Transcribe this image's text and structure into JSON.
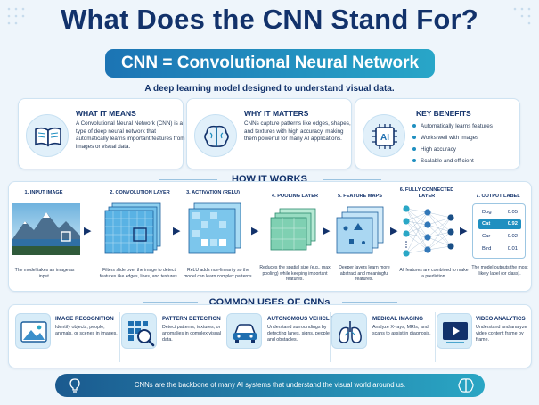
{
  "title": "What Does the CNN Stand For?",
  "subtitle": "CNN = Convolutional Neural Network",
  "tagline": "A deep learning model designed to understand visual data.",
  "cards": {
    "what": {
      "heading": "WHAT IT MEANS",
      "text": "A Convolutional Neural Network (CNN) is a type of deep neural network that automatically learns important features from images or visual data.",
      "icon": "book-icon"
    },
    "why": {
      "heading": "WHY IT MATTERS",
      "text": "CNNs capture patterns like edges, shapes, and textures with high accuracy, making them powerful for many AI applications.",
      "icon": "brain-icon"
    },
    "benefits": {
      "heading": "KEY BENEFITS",
      "icon": "ai-chip-icon",
      "icon_text": "AI",
      "items": [
        "Automatically learns features",
        "Works well with images",
        "High accuracy",
        "Scalable and efficient"
      ]
    }
  },
  "how": {
    "heading": "HOW IT WORKS",
    "steps": [
      {
        "label": "1. INPUT IMAGE",
        "desc": "The model takes an image as input."
      },
      {
        "label": "2. CONVOLUTION LAYER",
        "desc": "Filters slide over the image to detect features like edges, lines, and textures."
      },
      {
        "label": "3. ACTIVATION (RELU)",
        "desc": "ReLU adds non-linearity so the model can learn complex patterns."
      },
      {
        "label": "4. POOLING LAYER",
        "desc": "Reduces the spatial size (e.g., max pooling) while keeping important features."
      },
      {
        "label": "5. FEATURE MAPS",
        "desc": "Deeper layers learn more abstract and meaningful features."
      },
      {
        "label": "6. FULLY CONNECTED LAYER",
        "desc": "All features are combined to make a prediction."
      },
      {
        "label": "7. OUTPUT LABEL",
        "desc": "The model outputs the most likely label (or class)."
      }
    ],
    "outputs": [
      {
        "label": "Dog",
        "value": "0.05"
      },
      {
        "label": "Cat",
        "value": "0.92"
      },
      {
        "label": "Car",
        "value": "0.02"
      },
      {
        "label": "Bird",
        "value": "0.01"
      }
    ],
    "selected_output": 1
  },
  "uses": {
    "heading": "COMMON USES OF CNNs",
    "items": [
      {
        "heading": "IMAGE RECOGNITION",
        "text": "Identify objects, people, animals, or scenes in images.",
        "icon": "image-icon"
      },
      {
        "heading": "PATTERN DETECTION",
        "text": "Detect patterns, textures, or anomalies in complex visual data.",
        "icon": "magnifier-grid-icon"
      },
      {
        "heading": "AUTONOMOUS VEHICLES",
        "text": "Understand surroundings by detecting lanes, signs, people, and obstacles.",
        "icon": "car-icon"
      },
      {
        "heading": "MEDICAL IMAGING",
        "text": "Analyze X-rays, MRIs, and scans to assist in diagnosis.",
        "icon": "lungs-icon"
      },
      {
        "heading": "VIDEO ANALYTICS",
        "text": "Understand and analyze video content frame by frame.",
        "icon": "video-play-icon"
      }
    ]
  },
  "footer": {
    "text": "CNNs are the backbone of many AI systems that understand the visual world around us.",
    "left_icon": "lightbulb-icon",
    "right_icon": "brain-icon"
  },
  "colors": {
    "navy": "#12326b",
    "accent": "#1f8fc0",
    "background": "#eef5fb"
  }
}
